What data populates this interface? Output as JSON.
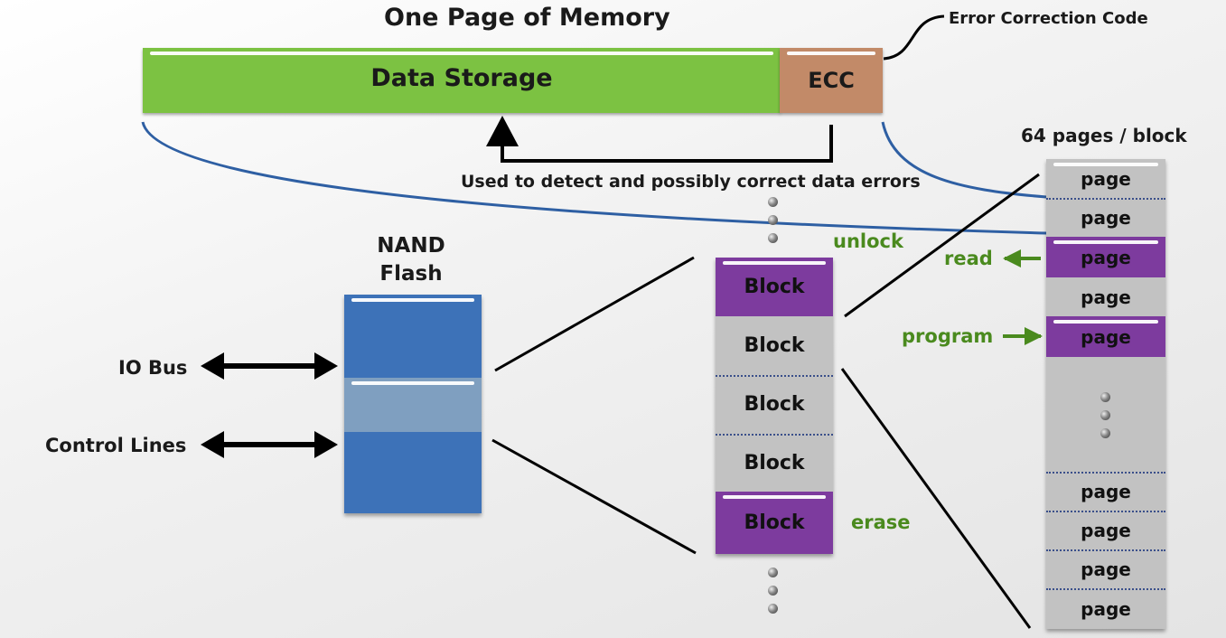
{
  "page": {
    "title": "One Page of Memory",
    "data_storage_label": "Data Storage",
    "ecc_label": "ECC",
    "ecc_callout": "Error Correction Code",
    "ecc_note": "Used to detect and possibly correct data errors"
  },
  "nand": {
    "title_line1": "NAND",
    "title_line2": "Flash",
    "io_bus_label": "IO Bus",
    "control_lines_label": "Control Lines"
  },
  "blocks": {
    "items": [
      "Block",
      "Block",
      "Block",
      "Block",
      "Block"
    ],
    "unlock_label": "unlock",
    "erase_label": "erase"
  },
  "pages": {
    "header": "64 pages / block",
    "items_top": [
      "page",
      "page",
      "page",
      "page",
      "page"
    ],
    "items_bottom": [
      "page",
      "page",
      "page",
      "page"
    ],
    "read_label": "read",
    "program_label": "program"
  },
  "colors": {
    "data_storage": "#7cc242",
    "ecc": "#c28a68",
    "nand_blue": "#3d72b8",
    "highlight_purple": "#7d3b9e",
    "cell_gray": "#c2c2c2",
    "curve_blue": "#2e5fa3",
    "action_green": "#4a8a1e"
  }
}
